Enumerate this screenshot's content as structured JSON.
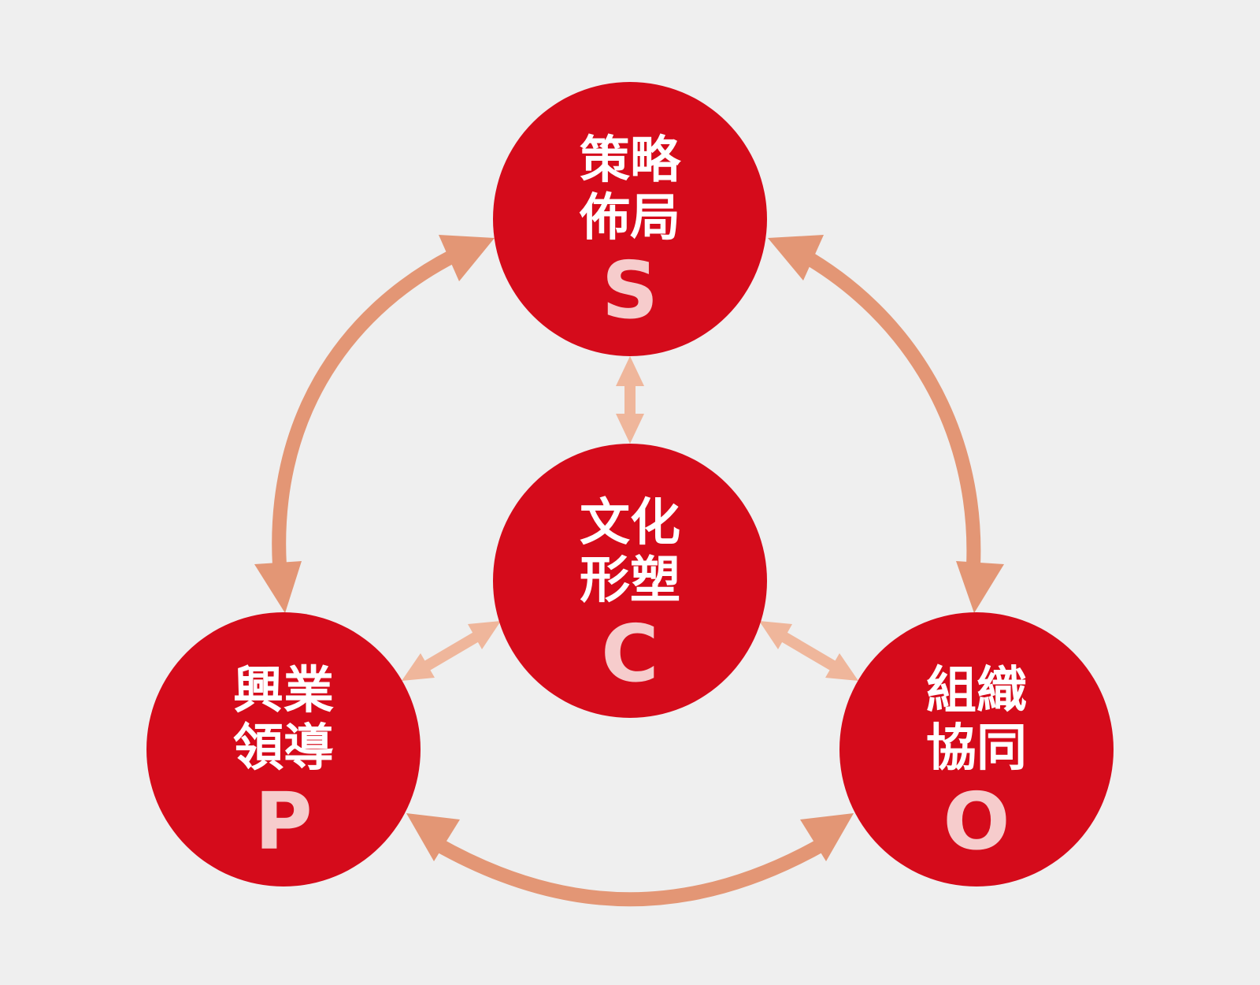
{
  "nodes": {
    "strategy": {
      "line1": "策略",
      "line2": "佈局",
      "letter": "S"
    },
    "culture": {
      "line1": "文化",
      "line2": "形塑",
      "letter": "C"
    },
    "leadership": {
      "line1": "興業",
      "line2": "領導",
      "letter": "P"
    },
    "organization": {
      "line1": "組織",
      "line2": "協同",
      "letter": "O"
    }
  },
  "colors": {
    "background": "#efefef",
    "circle": "#d50b1b",
    "label": "#ffffff",
    "letter": "#f6cccc",
    "outer_arrow": "#e39675",
    "inner_arrow": "#efb69b"
  },
  "connections": [
    {
      "from": "S",
      "to": "P",
      "kind": "outer"
    },
    {
      "from": "S",
      "to": "O",
      "kind": "outer"
    },
    {
      "from": "P",
      "to": "O",
      "kind": "outer"
    },
    {
      "from": "S",
      "to": "C",
      "kind": "inner"
    },
    {
      "from": "C",
      "to": "P",
      "kind": "inner"
    },
    {
      "from": "C",
      "to": "O",
      "kind": "inner"
    }
  ]
}
